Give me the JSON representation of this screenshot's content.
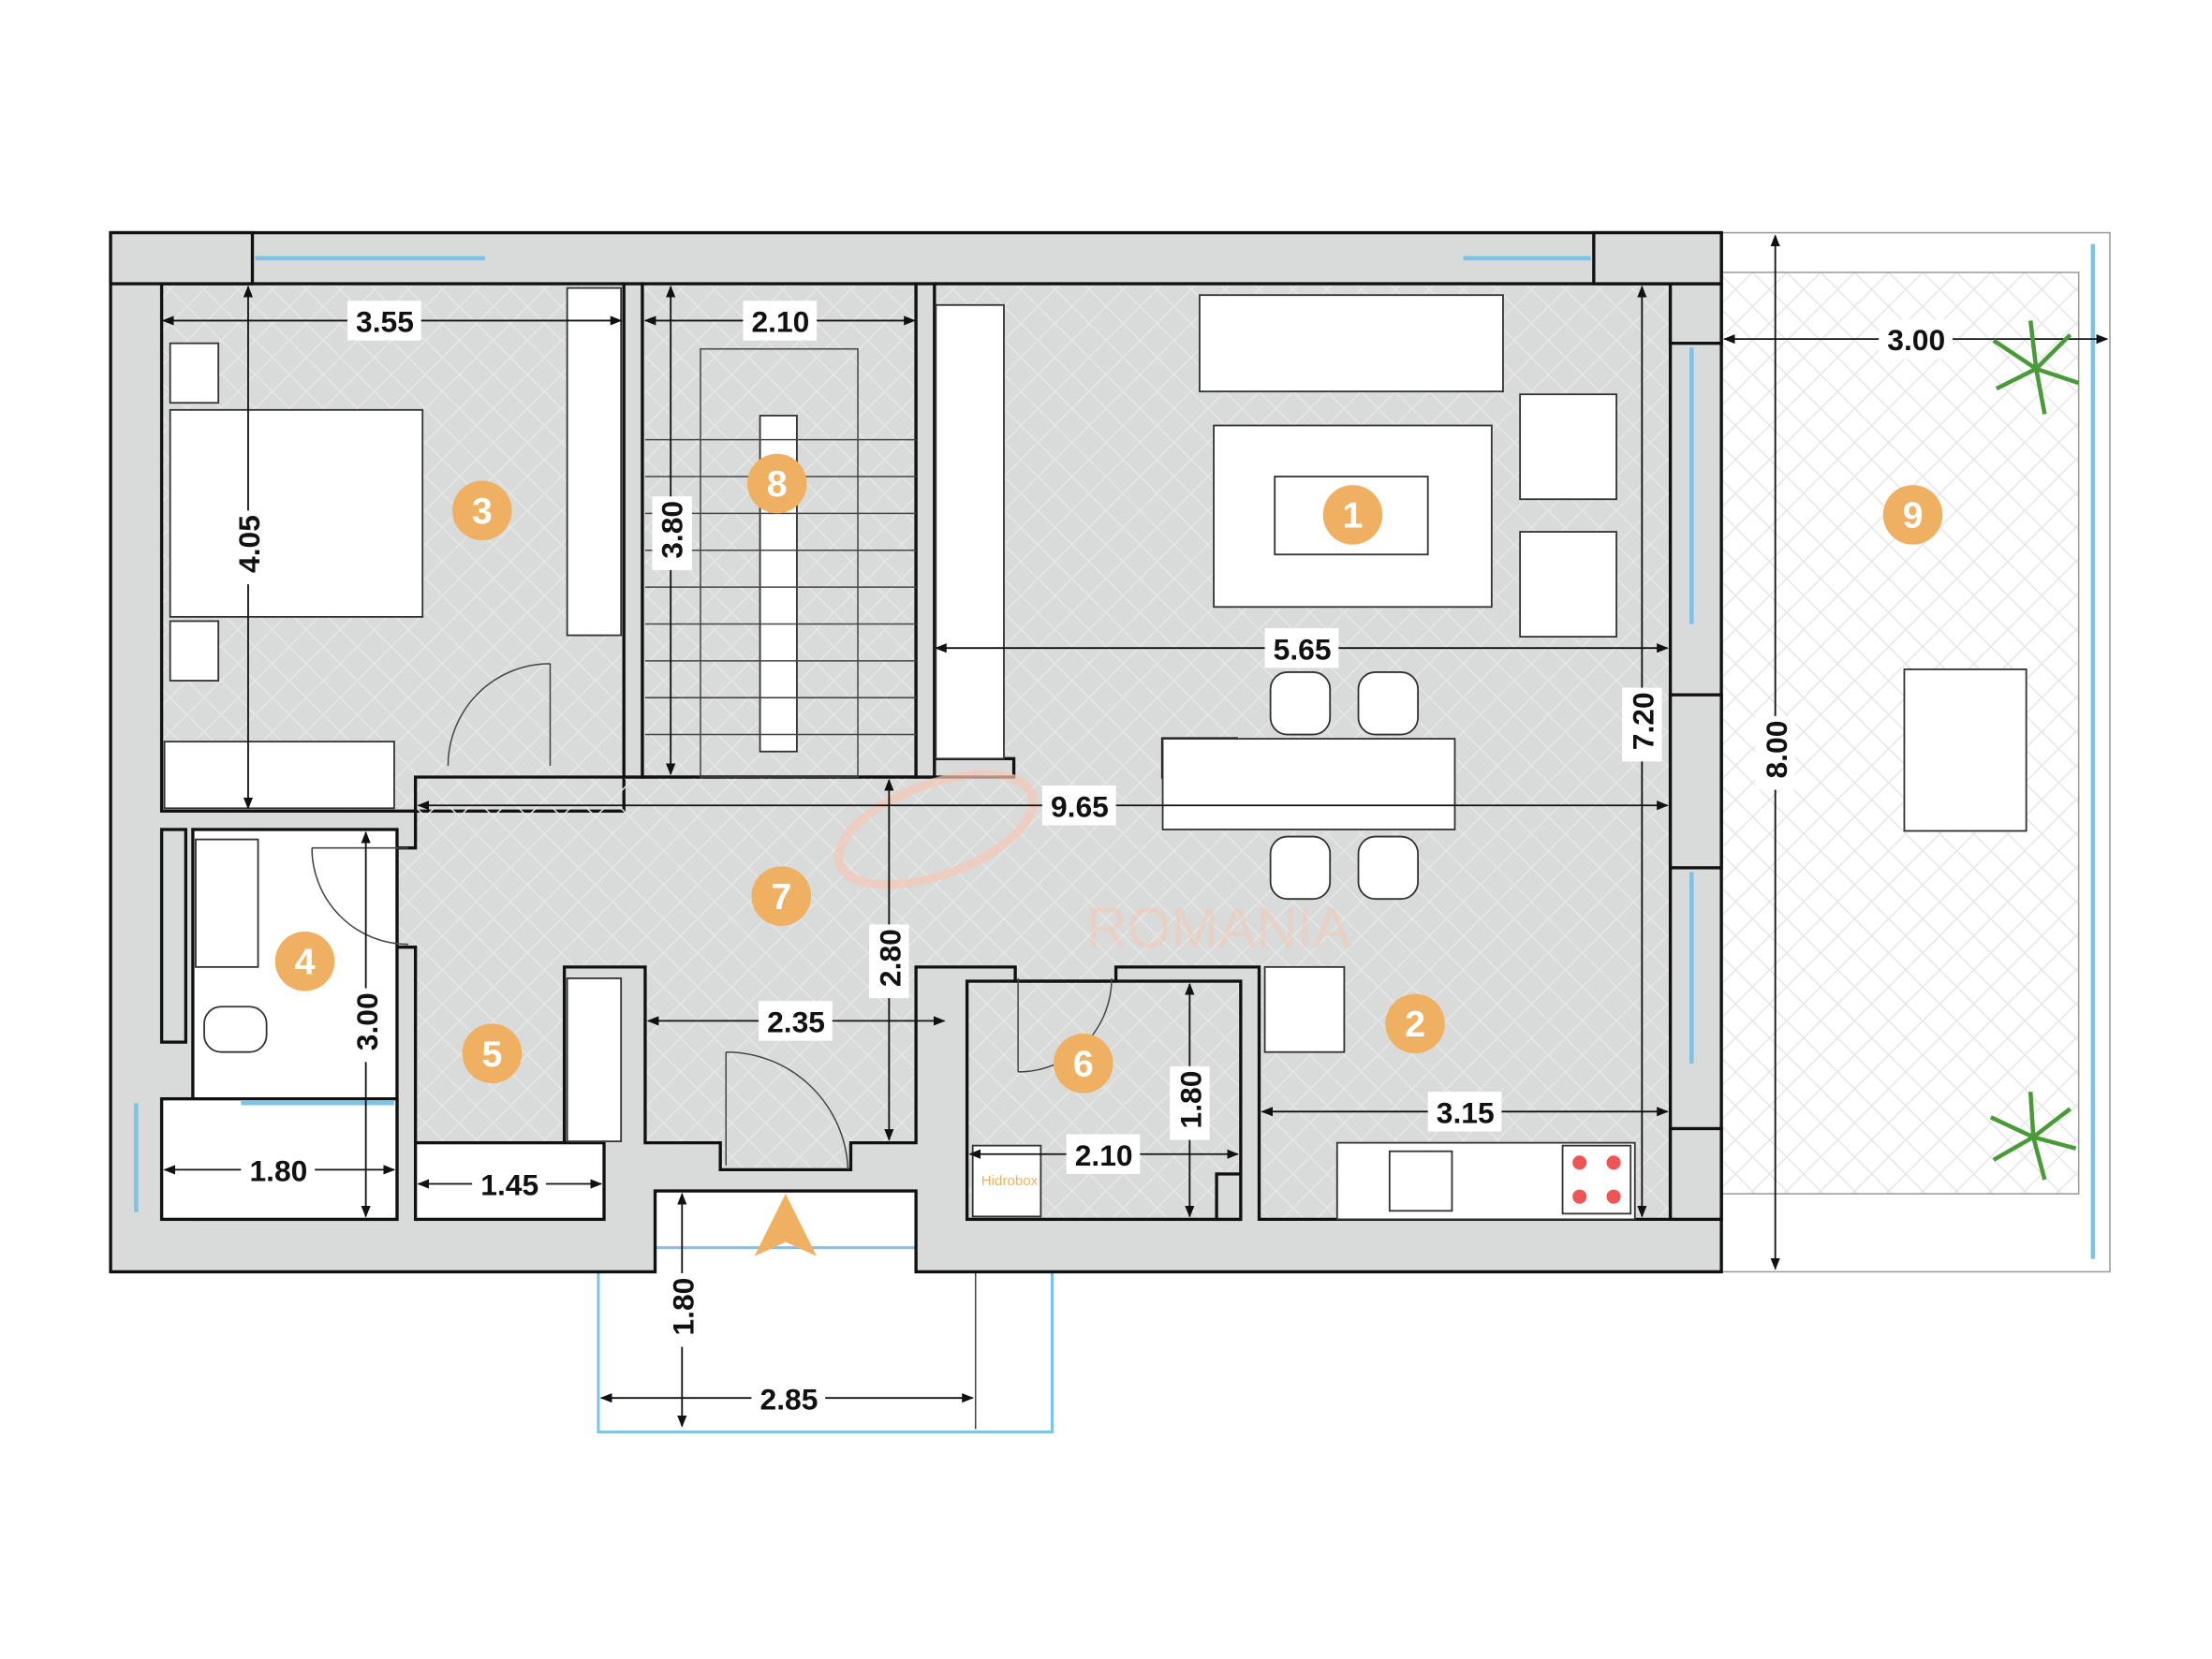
{
  "plan": {
    "rooms": [
      {
        "number": "1"
      },
      {
        "number": "2"
      },
      {
        "number": "3"
      },
      {
        "number": "4"
      },
      {
        "number": "5"
      },
      {
        "number": "6"
      },
      {
        "number": "7"
      },
      {
        "number": "8"
      },
      {
        "number": "9"
      }
    ],
    "dimensions": {
      "bedroom_width": "3.55",
      "stair_width": "2.10",
      "bedroom_depth": "4.05",
      "stair_depth": "3.80",
      "living_width": "5.65",
      "living_depth": "7.20",
      "terrace_depth": "8.00",
      "terrace_width": "3.00",
      "total_width": "9.65",
      "hall_depth": "2.80",
      "bath_depth": "3.00",
      "entry_width": "2.35",
      "bath_width": "1.80",
      "closet_width": "1.45",
      "utility_width": "2.10",
      "utility_depth": "1.80",
      "kitchen_width": "3.15",
      "porch_depth": "1.80",
      "porch_width": "2.85"
    },
    "labels": {
      "hidrobox": "Hidrobox",
      "watermark": "ROMANIA"
    },
    "colors": {
      "badge": "#f0b062",
      "wall": "#d9dada",
      "window": "#7cc3e6"
    }
  }
}
